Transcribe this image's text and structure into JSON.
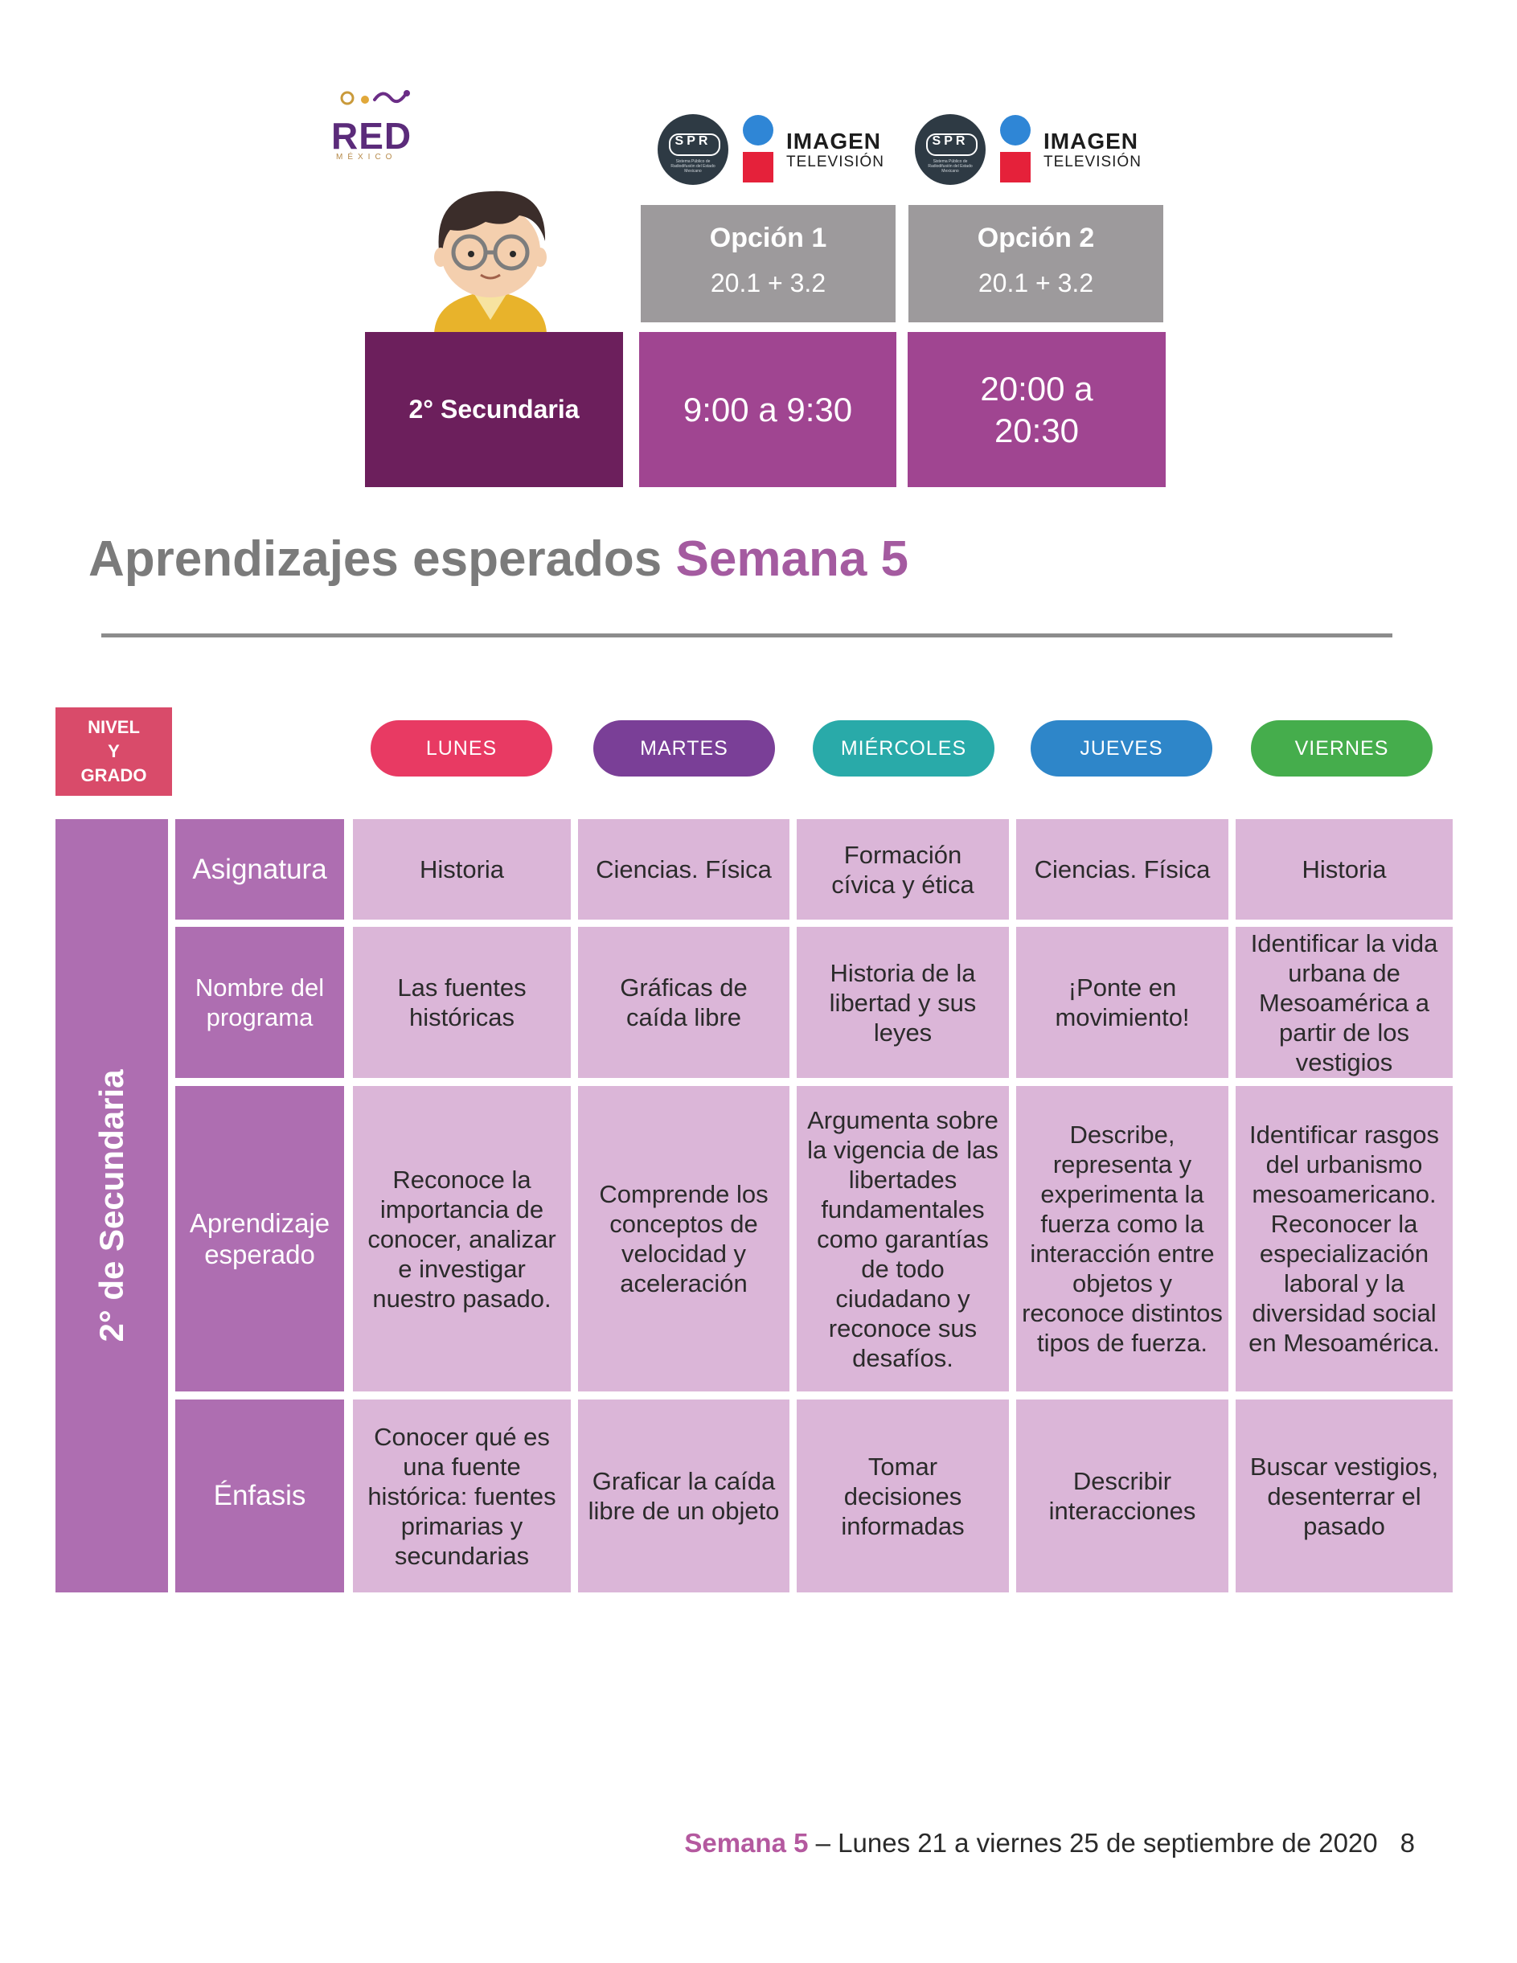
{
  "header": {
    "logo_text": "RED",
    "logo_sub": "MÉXICO",
    "broadcasters": [
      {
        "mark": "SPR",
        "sub": "Sistema Público de Radiodifusión del Estado Mexicano",
        "imagen_top": "IMAGEN",
        "imagen_bottom": "TELEVISIÓN"
      },
      {
        "mark": "SPR",
        "sub": "Sistema Público de Radiodifusión del Estado Mexicano",
        "imagen_top": "IMAGEN",
        "imagen_bottom": "TELEVISIÓN"
      }
    ],
    "options": [
      {
        "title": "Opción 1",
        "channels": "20.1  +  3.2",
        "time": "9:00 a 9:30"
      },
      {
        "title": "Opción 2",
        "channels": "20.1  +  3.2",
        "time": "20:00 a 20:30"
      }
    ],
    "grade": "2° Secundaria"
  },
  "title": {
    "main": "Aprendizajes esperados ",
    "highlight": "Semana 5"
  },
  "nivel_label": [
    "NIVEL",
    "Y",
    "GRADO"
  ],
  "days": [
    {
      "label": "LUNES",
      "color": "#e83a63"
    },
    {
      "label": "MARTES",
      "color": "#7a3f97"
    },
    {
      "label": "MIÉRCOLES",
      "color": "#29aaa9"
    },
    {
      "label": "JUEVES",
      "color": "#2e86c9"
    },
    {
      "label": "VIERNES",
      "color": "#45ad4c"
    }
  ],
  "table": {
    "grade_label": "2° de Secundaria",
    "rows": [
      {
        "head": "Asignatura",
        "cells": [
          "Historia",
          "Ciencias. Física",
          "Formación cívica y ética",
          "Ciencias. Física",
          "Historia"
        ]
      },
      {
        "head": "Nombre del programa",
        "cells": [
          "Las fuentes históricas",
          "Gráficas de caída libre",
          "Historia de la libertad y sus leyes",
          "¡Ponte en movimiento!",
          "Identificar la vida urbana de Mesoamérica a partir de los vestigios"
        ]
      },
      {
        "head": "Aprendizaje esperado",
        "cells": [
          "Reconoce la importancia de conocer, analizar e investigar nuestro pasado.",
          "Comprende los conceptos de velocidad y aceleración",
          "Argumenta sobre la vigencia de las libertades fundamentales como garantías de todo ciudadano y reconoce sus desafíos.",
          "Describe, representa y experimenta la fuerza como la interacción entre objetos y reconoce distintos tipos de fuerza.",
          "Identificar rasgos del urbanismo mesoamericano. Reconocer la especialización laboral y la diversidad social en Mesoamérica."
        ]
      },
      {
        "head": "Énfasis",
        "cells": [
          "Conocer qué es una fuente histórica: fuentes primarias y secundarias",
          "Graficar la caída libre de un objeto",
          "Tomar decisiones informadas",
          "Describir interacciones",
          "Buscar vestigios, desenterrar el pasado"
        ]
      }
    ]
  },
  "footer": {
    "highlight": "Semana 5",
    "text": " – Lunes 21 a viernes 25 de septiembre de 2020",
    "page": "8"
  }
}
